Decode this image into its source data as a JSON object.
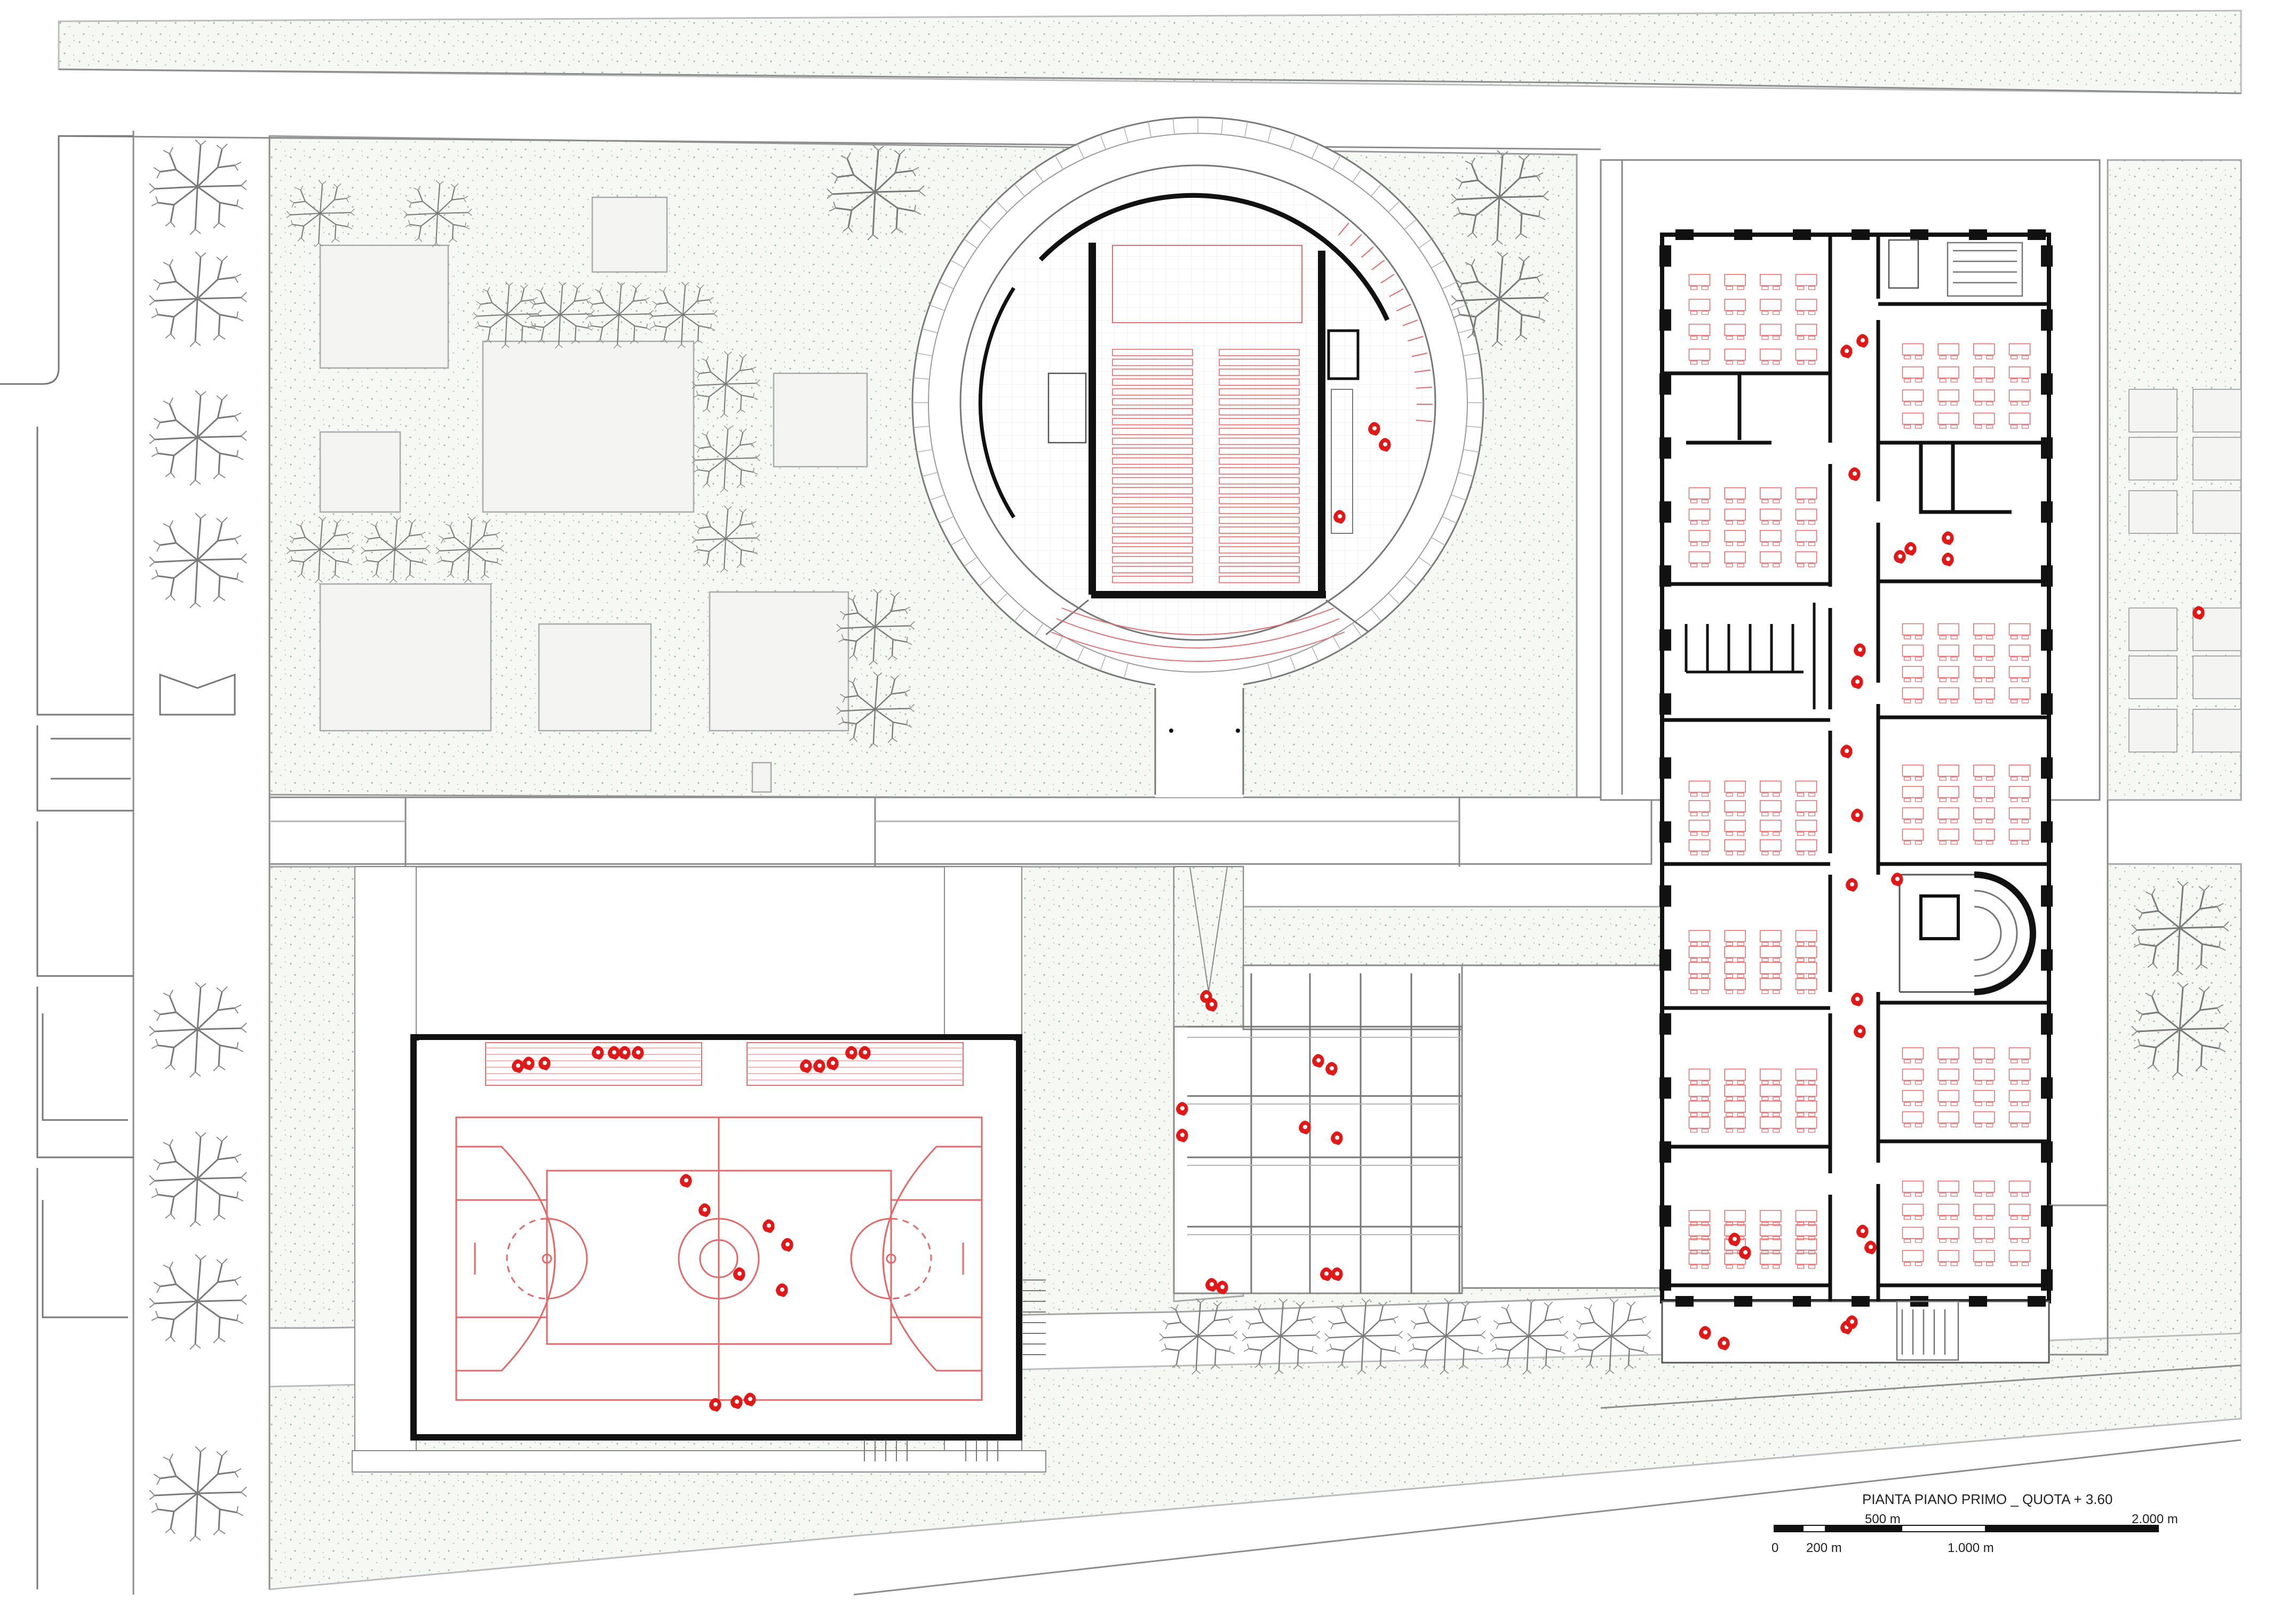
{
  "caption": {
    "title": "PIANTA PIANO PRIMO _ QUOTA + 3.60"
  },
  "scale_bar": {
    "labels": [
      "0",
      "200 m",
      "500 m",
      "1.000 m",
      "2.000 m"
    ]
  },
  "colors": {
    "walls": "#111111",
    "lines": "#8a8a8a",
    "furniture": "#e05a5a",
    "people": "#e01818",
    "vegetation": "#7fa37f",
    "ground": "#f6f8f4",
    "tree": "#777777"
  },
  "icons": {
    "tree": "tree-icon",
    "person": "person-icon",
    "stair": "stair-icon"
  }
}
